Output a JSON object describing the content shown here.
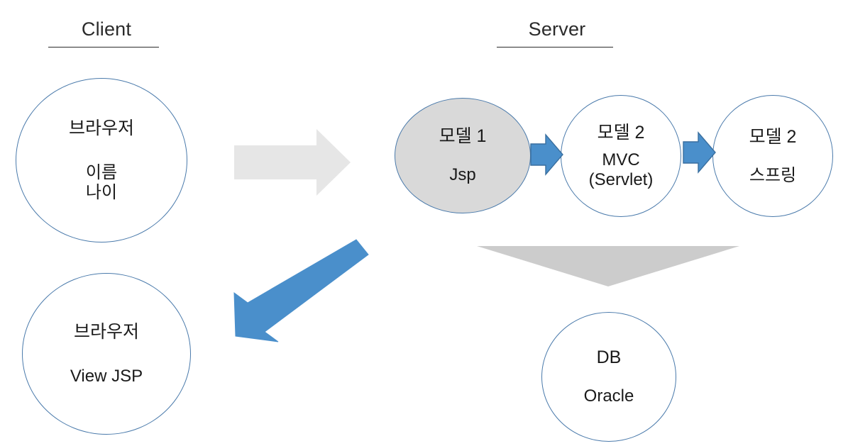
{
  "diagram": {
    "title_client": "Client",
    "title_server": "Server",
    "background_color": "#ffffff",
    "node_border_color": "#4a7aab",
    "node_fill_highlight": "#d9d9d9",
    "arrow_blue": "#4a8fcb",
    "arrow_blue_border": "#3a6f9f",
    "arrow_gray_light": "#e6e6e6",
    "arrow_gray": "#cccccc"
  },
  "client": {
    "heading": "Client",
    "nodes": [
      {
        "name": "browser-request",
        "primary": "브라우저",
        "secondary_lines": [
          "이름",
          "나이"
        ],
        "filled": false
      },
      {
        "name": "browser-response",
        "primary": "브라우저",
        "secondary_lines": [
          "View JSP"
        ],
        "filled": false
      }
    ]
  },
  "server": {
    "heading": "Server",
    "nodes": [
      {
        "name": "model-1-jsp",
        "primary": "모델 1",
        "secondary_lines": [
          "Jsp"
        ],
        "filled": true
      },
      {
        "name": "model-2-mvc",
        "primary": "모델 2",
        "secondary_lines": [
          "MVC",
          "(Servlet)"
        ],
        "filled": false
      },
      {
        "name": "model-2-spring",
        "primary": "모델 2",
        "secondary_lines": [
          "스프링"
        ],
        "filled": false
      }
    ],
    "database": {
      "name": "database-oracle",
      "primary": "DB",
      "secondary_lines": [
        "Oracle"
      ],
      "filled": false
    }
  },
  "arrows": [
    {
      "name": "request-arrow",
      "direction": "right",
      "color": "#e6e6e6"
    },
    {
      "name": "response-arrow",
      "direction": "down-left",
      "color": "#4a8fcb"
    },
    {
      "name": "model1-to-model2-arrow",
      "direction": "right",
      "color": "#4a8fcb"
    },
    {
      "name": "model2-to-spring-arrow",
      "direction": "right",
      "color": "#4a8fcb"
    },
    {
      "name": "server-to-db-arrow",
      "direction": "down",
      "color": "#cccccc"
    }
  ]
}
